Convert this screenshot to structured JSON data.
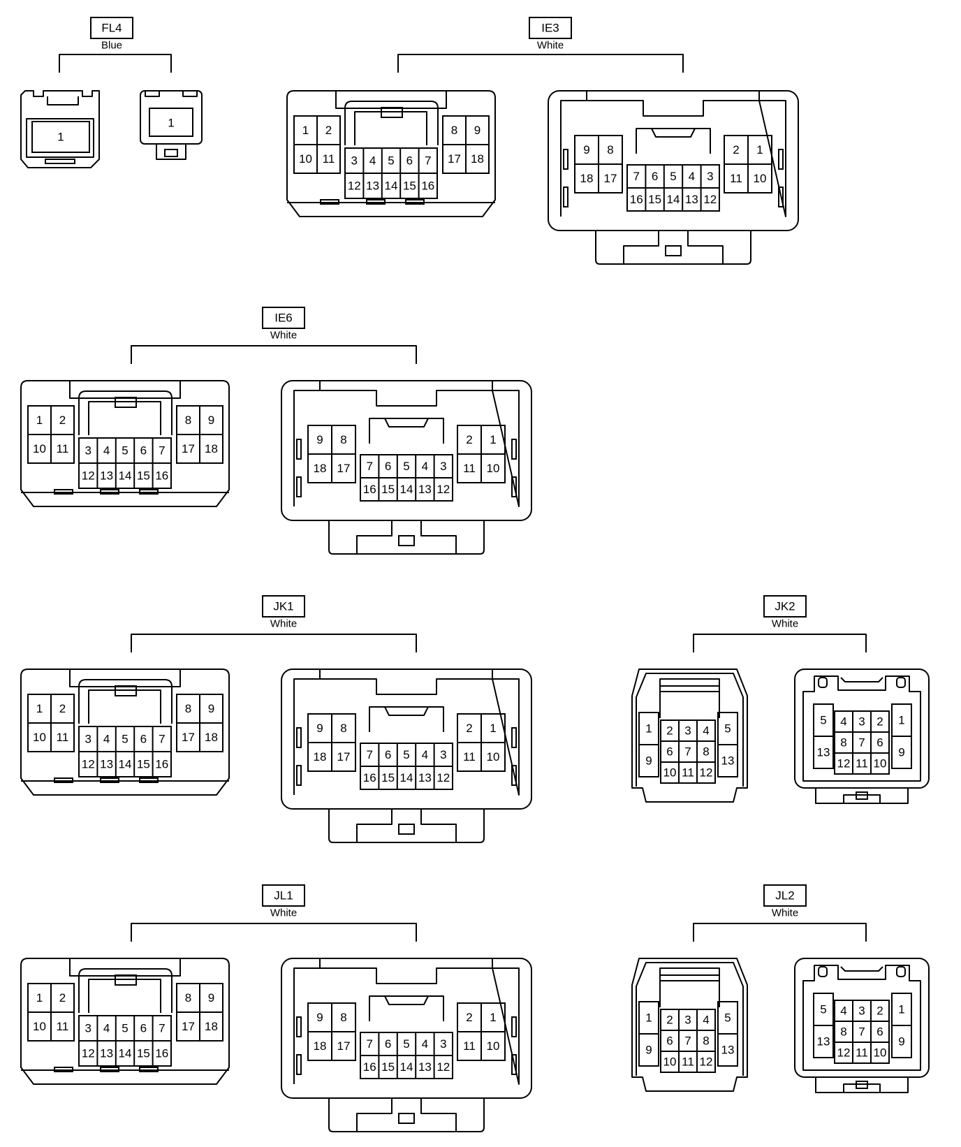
{
  "connectors": [
    {
      "code": "FL4",
      "color": "Blue"
    },
    {
      "code": "IE3",
      "color": "White"
    },
    {
      "code": "IE6",
      "color": "White"
    },
    {
      "code": "JK1",
      "color": "White"
    },
    {
      "code": "JK2",
      "color": "White"
    },
    {
      "code": "JL1",
      "color": "White"
    },
    {
      "code": "JL2",
      "color": "White"
    }
  ],
  "fl4": {
    "male_pin": "1",
    "female_pin": "1"
  },
  "pins_18_female": {
    "left_top": [
      "1",
      "2"
    ],
    "left_bottom": [
      "10",
      "11"
    ],
    "center_top": [
      "3",
      "4",
      "5",
      "6",
      "7"
    ],
    "center_bottom": [
      "12",
      "13",
      "14",
      "15",
      "16"
    ],
    "right_top": [
      "8",
      "9"
    ],
    "right_bottom": [
      "17",
      "18"
    ]
  },
  "pins_18_male": {
    "left_top": [
      "9",
      "8"
    ],
    "left_bottom": [
      "18",
      "17"
    ],
    "center_top": [
      "7",
      "6",
      "5",
      "4",
      "3"
    ],
    "center_bottom": [
      "16",
      "15",
      "14",
      "13",
      "12"
    ],
    "right_top": [
      "2",
      "1"
    ],
    "right_bottom": [
      "11",
      "10"
    ]
  },
  "pins_13_female": {
    "left": [
      "1",
      "9"
    ],
    "center_rows": [
      [
        "2",
        "3",
        "4"
      ],
      [
        "6",
        "7",
        "8"
      ],
      [
        "10",
        "11",
        "12"
      ]
    ],
    "right": [
      "5",
      "13"
    ]
  },
  "pins_13_male": {
    "left": [
      "5",
      "13"
    ],
    "center_rows": [
      [
        "4",
        "3",
        "2"
      ],
      [
        "8",
        "7",
        "6"
      ],
      [
        "12",
        "11",
        "10"
      ]
    ],
    "right": [
      "1",
      "9"
    ]
  }
}
